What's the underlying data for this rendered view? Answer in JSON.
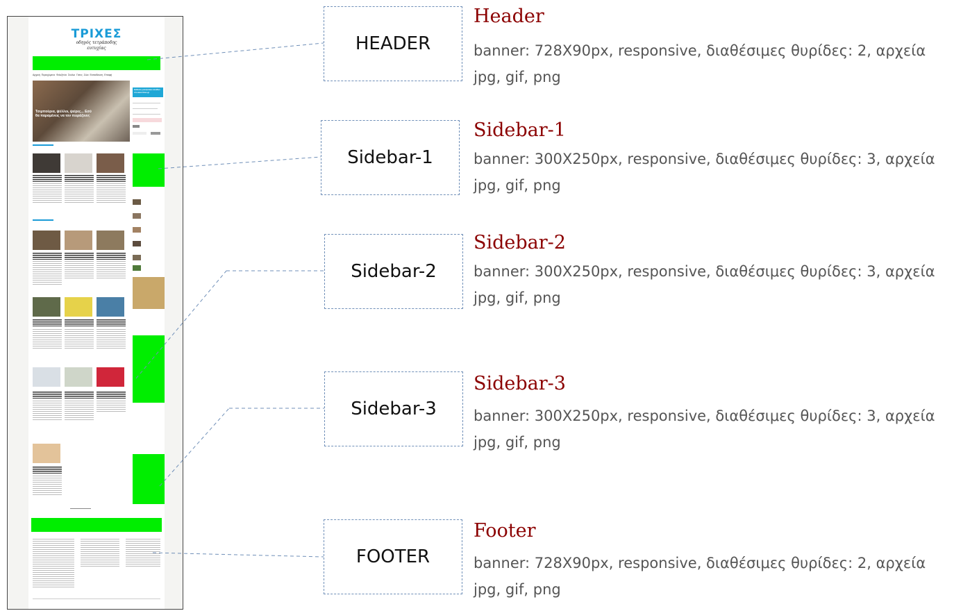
{
  "thumbnail": {
    "logo_title": "ΤΡΙΧΕΣ",
    "logo_subtitle": "οδηγός τετράποδης ευτυχίας",
    "top_links": "",
    "nav_items": [
      "Αρχική",
      "Περιεχόμενα",
      "Φιλοξενία",
      "Σκύλοι",
      "Γάτες",
      "Ζώα",
      "Εκπαίδευση",
      "Επαφή"
    ],
    "hero_kicker": "",
    "hero_title": "Τσιμπούρια, ψύλλοι, ψείρες... Εσύ θα παραμένεις να τον πειράζουν;",
    "side_box_text": "Εκδόσεις φιλοζωικών σελίδων στο www.trixes.gr",
    "colors": {
      "banner": "#00ee00",
      "accent": "#1a9bd7"
    }
  },
  "sections": [
    {
      "id": "header",
      "label": "HEADER",
      "title": "Header",
      "text": "banner: 728X90px, responsive, διαθέσιμες θυρίδες: 2, αρχεία jpg, gif, png"
    },
    {
      "id": "sidebar1",
      "label": "Sidebar-1",
      "title": "Sidebar-1",
      "text": "banner: 300X250px, responsive, διαθέσιμες θυρίδες: 3, αρχεία jpg, gif, png"
    },
    {
      "id": "sidebar2",
      "label": "Sidebar-2",
      "title": "Sidebar-2",
      "text": "banner: 300X250px, responsive, διαθέσιμες θυρίδες: 3, αρχεία jpg, gif, png"
    },
    {
      "id": "sidebar3",
      "label": "Sidebar-3",
      "title": "Sidebar-3",
      "text": "banner: 300X250px, responsive, διαθέσιμες θυρίδες: 3, αρχεία jpg, gif, png"
    },
    {
      "id": "footer",
      "label": "FOOTER",
      "title": "Footer",
      "text": "banner: 728X90px, responsive, διαθέσιμες θυρίδες: 2, αρχεία jpg, gif, png"
    }
  ]
}
